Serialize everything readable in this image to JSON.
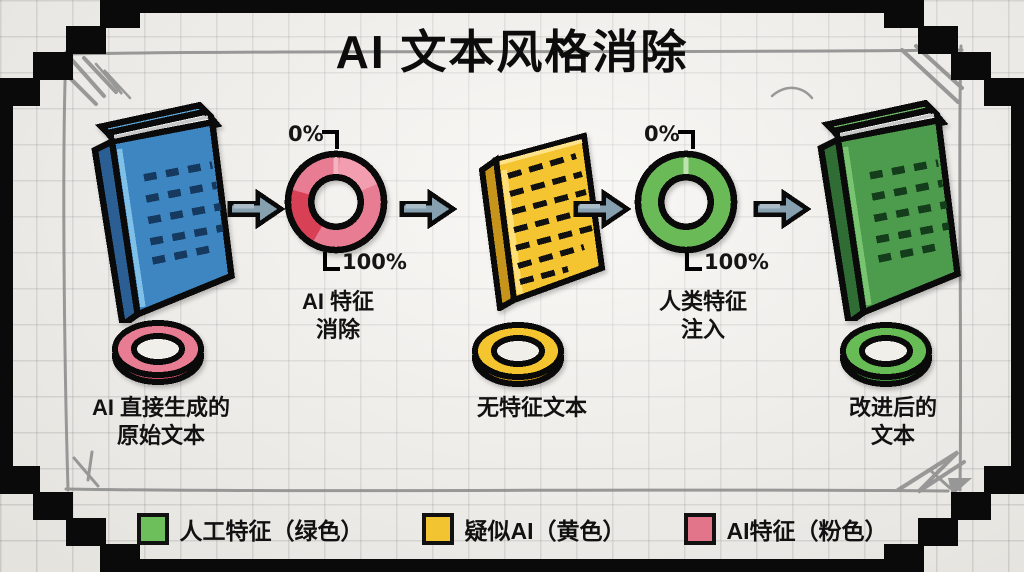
{
  "title": "AI 文本风格消除",
  "stages": {
    "source": {
      "caption": [
        "AI 直接生成的",
        "原始文本"
      ]
    },
    "removal": {
      "scale_top": "0%",
      "scale_bottom": "100%",
      "caption": [
        "AI 特征",
        "消除"
      ]
    },
    "neutral": {
      "caption": [
        "无特征文本"
      ]
    },
    "injection": {
      "scale_top": "0%",
      "scale_bottom": "100%",
      "caption": [
        "人类特征",
        "注入"
      ]
    },
    "result": {
      "caption": [
        "改进后的",
        "文本"
      ]
    }
  },
  "legend": [
    {
      "label": "人工特征（绿色）",
      "color": "#6CBF5A"
    },
    {
      "label": "疑似AI（黄色）",
      "color": "#F2C431"
    },
    {
      "label": "AI特征（粉色）",
      "color": "#E2758A"
    }
  ],
  "palette": {
    "book_blue": "#3E86C2",
    "book_green": "#4D9B4D",
    "doc_yellow": "#F5C431",
    "donut_pink": "#E87C92",
    "donut_pink_dark": "#D84055",
    "donut_pink_light": "#F29DB0",
    "donut_green": "#6ABB57",
    "arrow_gray_blue": "#87A0B0",
    "frame_black": "#0a0a0a",
    "paper": "#F1EFEA"
  },
  "icons": {
    "flow_arrows": "arrow-right-icon",
    "source": "blue-book-icon",
    "removal": "pink-donut-gauge-icon",
    "neutral": "yellow-document-icon",
    "injection": "green-donut-gauge-icon",
    "result": "green-book-icon",
    "source_token": "pink-ring-icon",
    "neutral_token": "yellow-ring-icon",
    "result_token": "green-ring-icon"
  }
}
